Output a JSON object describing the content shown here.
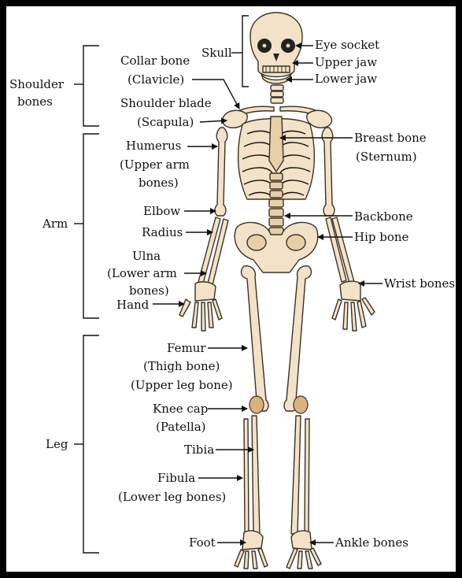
{
  "labels": {
    "skull": "Skull",
    "eye_socket": "Eye socket",
    "upper_jaw": "Upper jaw",
    "lower_jaw": "Lower jaw",
    "shoulder_bones_1": "Shoulder",
    "shoulder_bones_2": "bones",
    "collar_bone_1": "Collar bone",
    "collar_bone_2": "(Clavicle)",
    "shoulder_blade_1": "Shoulder blade",
    "shoulder_blade_2": "(Scapula)",
    "breast_bone_1": "Breast bone",
    "breast_bone_2": "(Sternum)",
    "humerus_1": "Humerus",
    "humerus_2": "(Upper arm",
    "humerus_3": "bones)",
    "arm": "Arm",
    "elbow": "Elbow",
    "radius": "Radius",
    "backbone": "Backbone",
    "hip_bone": "Hip bone",
    "ulna_1": "Ulna",
    "ulna_2": "(Lower arm",
    "ulna_3": "bones)",
    "hand": "Hand",
    "wrist_bones": "Wrist bones",
    "femur_1": "Femur",
    "femur_2": "(Thigh bone)",
    "femur_3": "(Upper leg bone)",
    "knee_cap_1": "Knee cap",
    "knee_cap_2": "(Patella)",
    "leg": "Leg",
    "tibia": "Tibia",
    "fibula_1": "Fibula",
    "fibula_2": "(Lower leg bones)",
    "foot": "Foot",
    "ankle_bones": "Ankle bones"
  }
}
